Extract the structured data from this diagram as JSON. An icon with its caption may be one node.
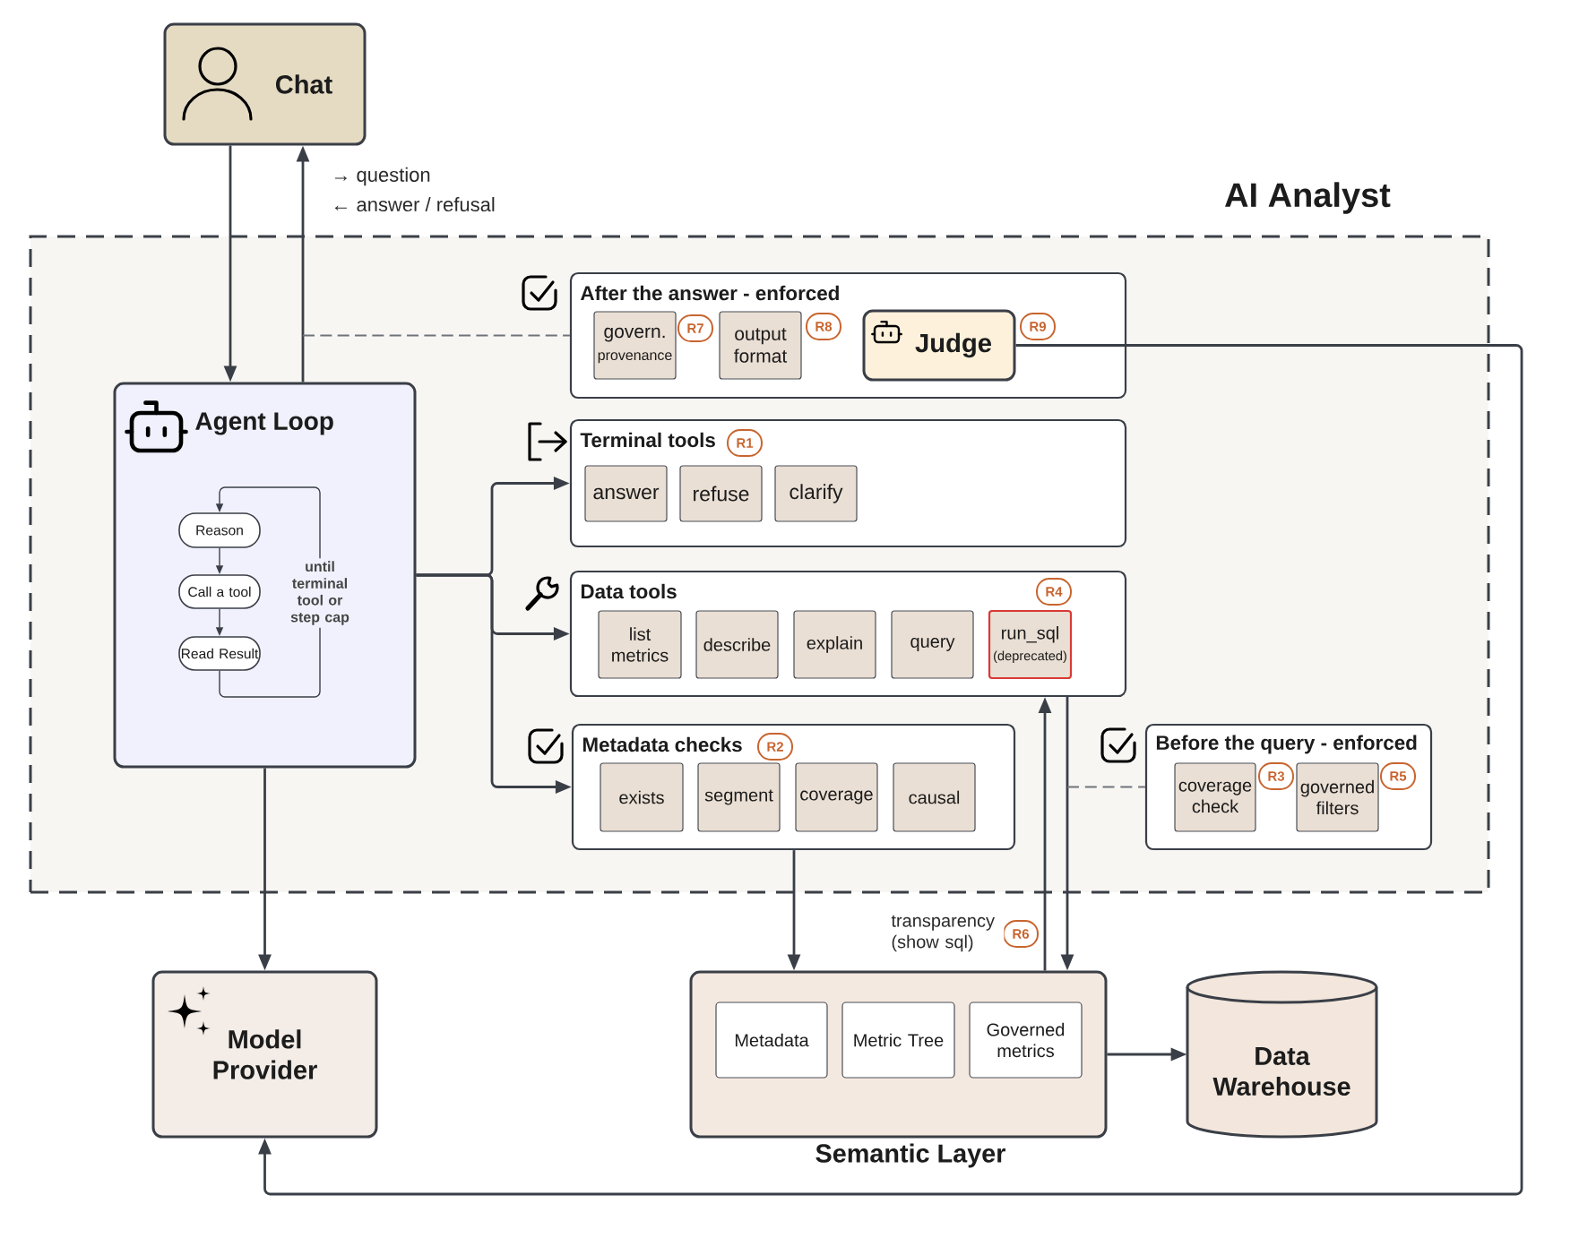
{
  "diagram": {
    "nodes": [
      {
        "text": [
          "Chat"
        ]
      },
      {
        "text": [
          "AI Analyst"
        ]
      },
      {
        "text": [
          "After the answer - enforced"
        ],
        "in": 1
      },
      {
        "text": [
          "govern.",
          "provenance"
        ],
        "in": 2
      },
      {
        "text": [
          "R7"
        ],
        "in": 2
      },
      {
        "text": [
          "output format"
        ],
        "in": 2
      },
      {
        "text": [
          "R8"
        ],
        "in": 2
      },
      {
        "text": [
          "Judge"
        ],
        "in": 2
      },
      {
        "text": [
          "R9"
        ],
        "in": 2
      },
      {
        "text": [
          "Agent Loop"
        ],
        "in": 1
      },
      {
        "text": [
          "Reason"
        ],
        "in": 9
      },
      {
        "text": [
          "Call a tool"
        ],
        "in": 9
      },
      {
        "text": [
          "Read Result"
        ],
        "in": 9
      },
      {
        "text": [
          "Terminal tools"
        ],
        "in": 1
      },
      {
        "text": [
          "R1"
        ],
        "in": 13
      },
      {
        "text": [
          "answer"
        ],
        "in": 13
      },
      {
        "text": [
          "refuse"
        ],
        "in": 13
      },
      {
        "text": [
          "clarify"
        ],
        "in": 13
      },
      {
        "text": [
          "Data tools"
        ],
        "in": 1
      },
      {
        "text": [
          "R4"
        ],
        "in": 18
      },
      {
        "text": [
          "list metrics"
        ],
        "in": 18
      },
      {
        "text": [
          "describe"
        ],
        "in": 18
      },
      {
        "text": [
          "explain"
        ],
        "in": 18
      },
      {
        "text": [
          "query"
        ],
        "in": 18
      },
      {
        "text": [
          "run_sql",
          "(deprecated)"
        ],
        "in": 18
      },
      {
        "text": [
          "Metadata checks"
        ],
        "in": 1
      },
      {
        "text": [
          "R2"
        ],
        "in": 25
      },
      {
        "text": [
          "exists"
        ],
        "in": 25
      },
      {
        "text": [
          "segment"
        ],
        "in": 25
      },
      {
        "text": [
          "coverage"
        ],
        "in": 25
      },
      {
        "text": [
          "causal"
        ],
        "in": 25
      },
      {
        "text": [
          "Before the query - enforced"
        ],
        "in": 1
      },
      {
        "text": [
          "coverage check"
        ],
        "in": 31
      },
      {
        "text": [
          "R3"
        ],
        "in": 31
      },
      {
        "text": [
          "governed filters"
        ],
        "in": 31
      },
      {
        "text": [
          "R5"
        ],
        "in": 31
      },
      {
        "text": [
          "Model Provider"
        ]
      },
      {
        "text": [
          "R6"
        ]
      },
      {
        "text": [
          "Semantic Layer"
        ]
      },
      {
        "text": [
          "Metadata"
        ],
        "in": 38
      },
      {
        "text": [
          "Metric Tree"
        ],
        "in": 38
      },
      {
        "text": [
          "Governed metrics"
        ],
        "in": 38
      },
      {
        "text": [
          "Data Warehouse"
        ]
      }
    ],
    "edges": [
      {
        "from": 0,
        "to": 9,
        "arrow": "to"
      },
      {
        "from": 9,
        "to": 0,
        "arrow": "to"
      },
      {
        "from": 9,
        "to": 13,
        "arrow": "to"
      },
      {
        "from": 9,
        "to": 18,
        "arrow": "to"
      },
      {
        "from": 9,
        "to": 25,
        "arrow": "to"
      },
      {
        "from": 9,
        "to": 36,
        "arrow": "to"
      },
      {
        "from": 7,
        "to": 36,
        "arrow": "to"
      },
      {
        "from": 25,
        "to": 38,
        "arrow": "to"
      },
      {
        "from": 38,
        "to": 18,
        "arrow": "to",
        "label": "transparency (show sql)"
      },
      {
        "from": 18,
        "to": 38,
        "arrow": "to"
      },
      {
        "from": 38,
        "to": 42,
        "arrow": "to"
      },
      {
        "from": 10,
        "to": 11,
        "arrow": "to"
      },
      {
        "from": 11,
        "to": 12,
        "arrow": "to"
      },
      {
        "from": 12,
        "to": 10,
        "arrow": "to",
        "label": "until terminal tool or step cap"
      },
      {
        "from": null,
        "to": 2,
        "arrow": "none",
        "style": "dashed",
        "color": "#6f737a"
      },
      {
        "from": null,
        "to": 31,
        "arrow": "none",
        "style": "dashed",
        "color": "#6f737a"
      }
    ],
    "labels": [
      "→ question",
      "← answer / refusal"
    ]
  }
}
